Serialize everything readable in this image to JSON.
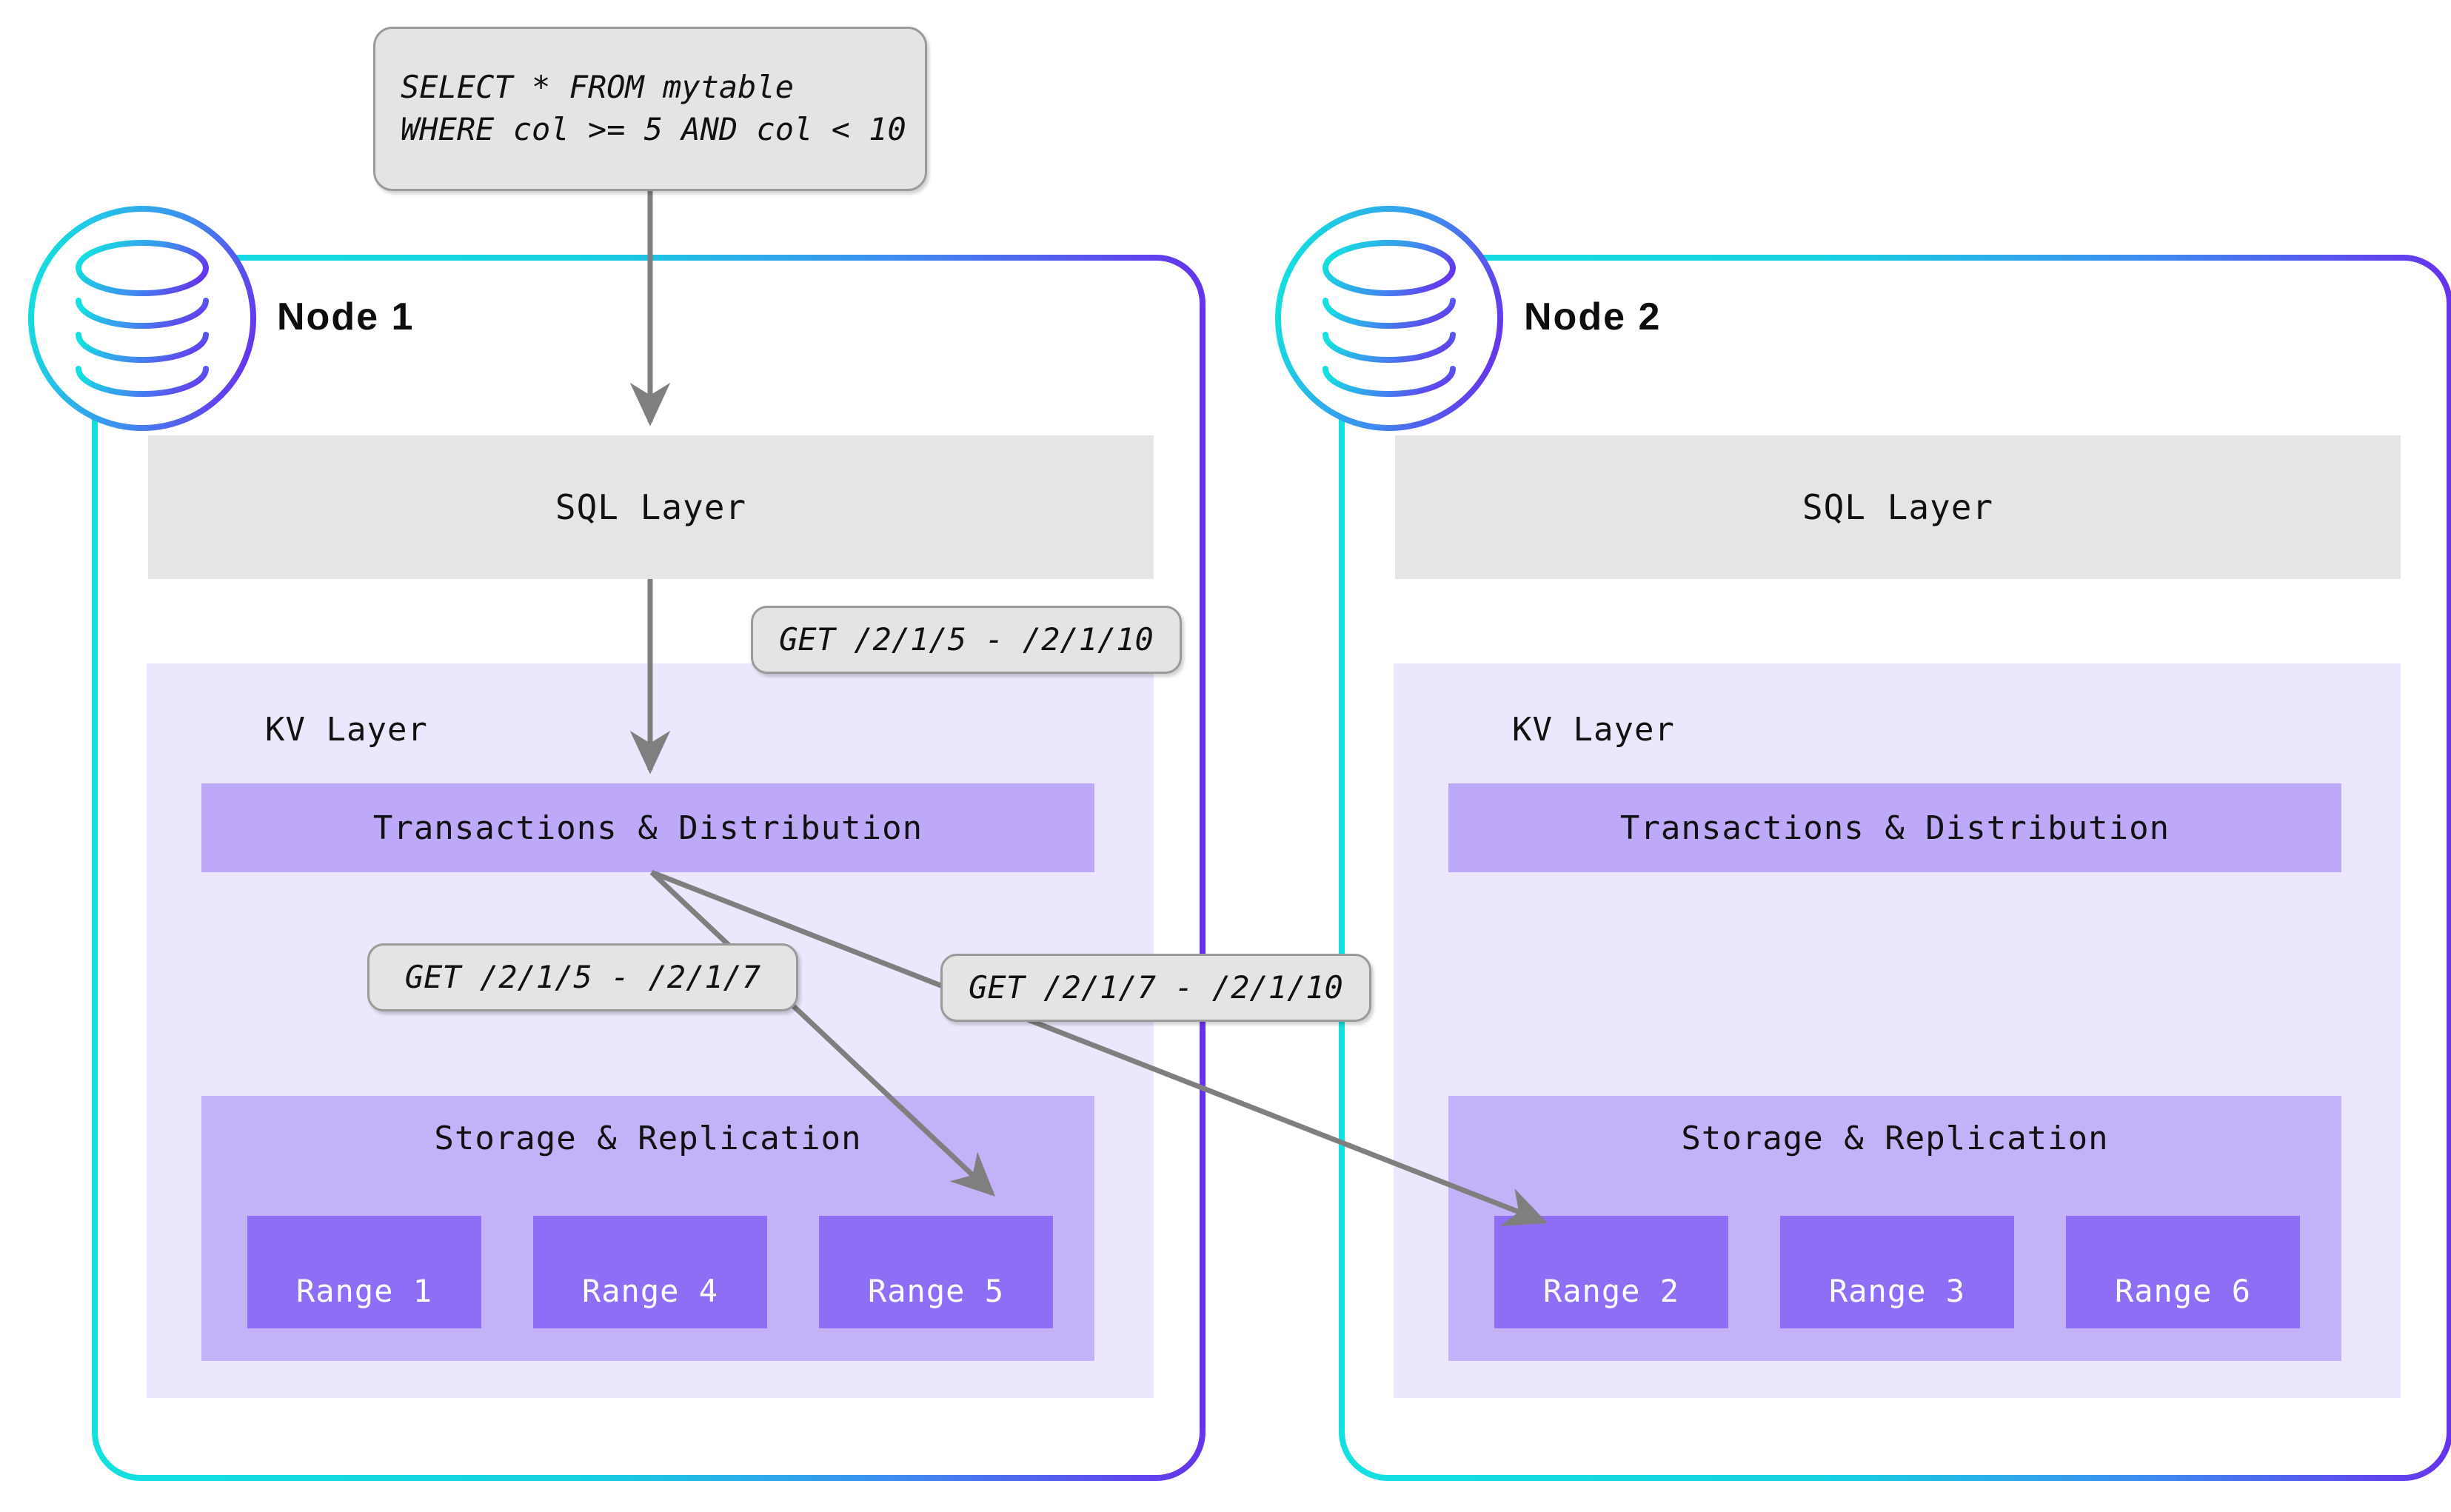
{
  "diagram": {
    "title": "CockroachDB distributed SQL request flow across two nodes",
    "colors": {
      "gradient_start": "#14e0e0",
      "gradient_mid": "#3d8ef0",
      "gradient_end": "#6733ec",
      "sql_layer_bg": "#e5e5e5",
      "kv_layer_bg": "#ece7fc",
      "txn_bar_bg": "#bda9f7",
      "storage_bg": "#c4b2f8",
      "range_bg": "#8f6ef6",
      "range_text": "#ffffff",
      "bubble_bg": "#e4e4e4",
      "bubble_border": "#9a9a9a",
      "arrow": "#7f7f7f",
      "text": "#111111"
    }
  },
  "query_bubble": {
    "line1": "SELECT * FROM mytable",
    "line2": "WHERE col >= 5 AND col < 10"
  },
  "callouts": {
    "kv_full_range": "GET /2/1/5 - /2/1/10",
    "range5_request": "GET /2/1/5 - /2/1/7",
    "range2_request": "GET /2/1/7 - /2/1/10"
  },
  "nodes": [
    {
      "id": "node-1",
      "title": "Node 1",
      "icon": "database-icon",
      "sql_layer_label": "SQL Layer",
      "kv_layer_label": "KV Layer",
      "txn_label": "Transactions & Distribution",
      "storage_label": "Storage & Replication",
      "ranges": [
        {
          "label": "Range 1"
        },
        {
          "label": "Range 4"
        },
        {
          "label": "Range 5"
        }
      ]
    },
    {
      "id": "node-2",
      "title": "Node 2",
      "icon": "database-icon",
      "sql_layer_label": "SQL Layer",
      "kv_layer_label": "KV Layer",
      "txn_label": "Transactions & Distribution",
      "storage_label": "Storage & Replication",
      "ranges": [
        {
          "label": "Range 2"
        },
        {
          "label": "Range 3"
        },
        {
          "label": "Range 6"
        }
      ]
    }
  ]
}
